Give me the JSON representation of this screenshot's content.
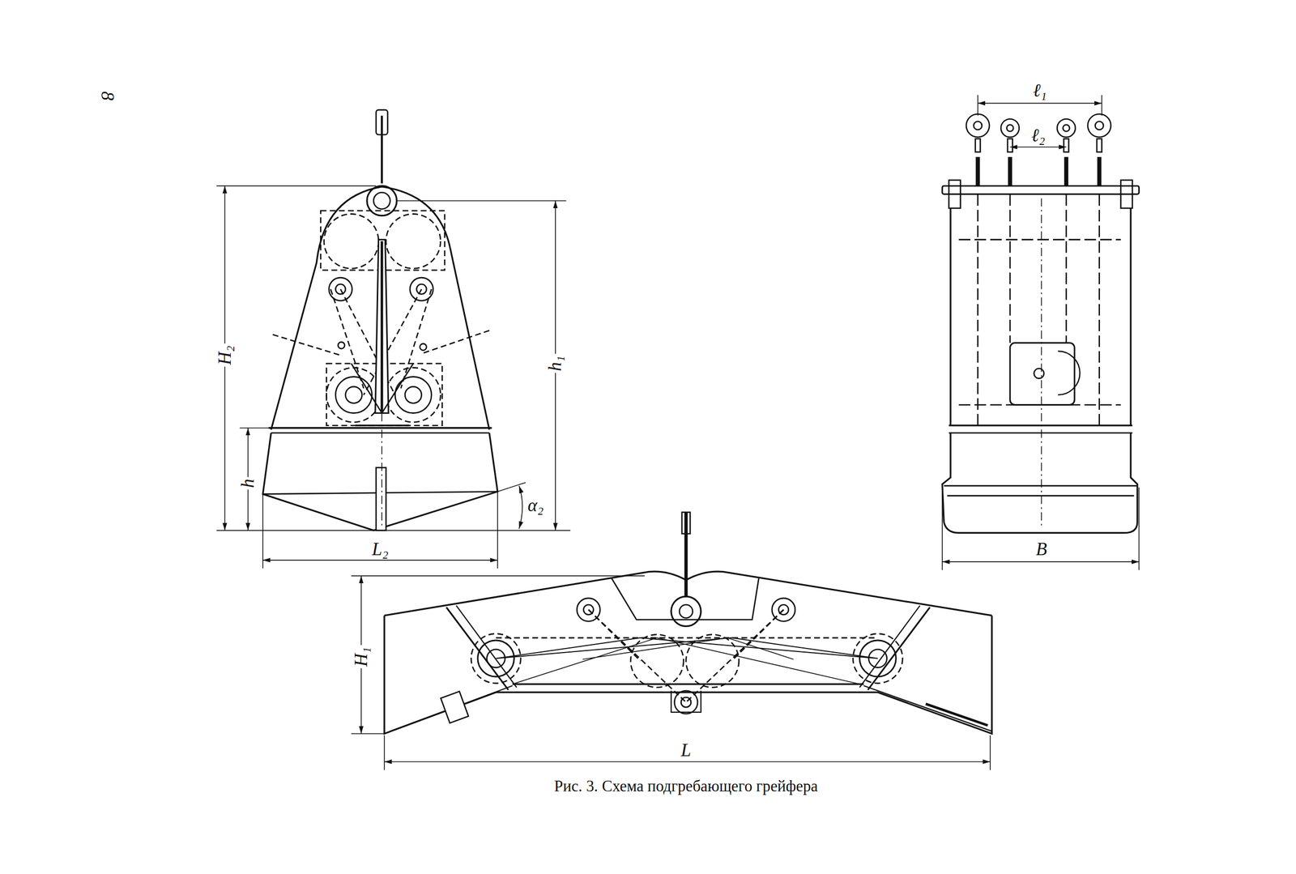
{
  "diagram": {
    "caption": "Рис. 3. Схема подгребающего грейфера",
    "labels": [
      "8",
      "H₂",
      "h₁",
      "h",
      "α₂",
      "L₂",
      "ℓ₁",
      "ℓ₂",
      "B",
      "H₁",
      "L"
    ]
  }
}
